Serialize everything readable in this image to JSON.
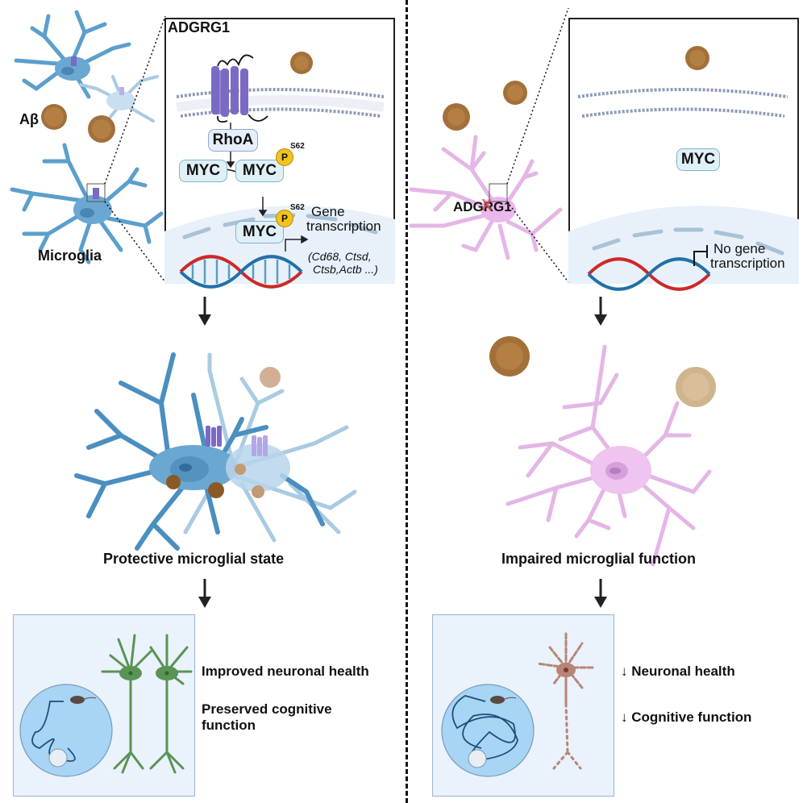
{
  "left_panel": {
    "labels": {
      "abeta": "Aβ",
      "microglia": "Microglia"
    },
    "inset": {
      "receptor_label": "ADGRG1",
      "rhoa": "RhoA",
      "myc_unphosphorylated": "MYC",
      "myc_phosphorylated": "MYC",
      "myc_nuclear": "MYC",
      "phospho_badge": "P",
      "phospho_site": "S62",
      "phospho_site_nuclear": "S62",
      "transcription_line1": "Gene",
      "transcription_line2": "transcription",
      "genes_line1": "(Cd68, Ctsd,",
      "genes_line2": "Ctsb,Actb ...)"
    },
    "state_label": "Protective microglial state",
    "outcomes": [
      {
        "text": "Improved neuronal health"
      },
      {
        "text_line1": "Preserved cognitive",
        "text_line2": "function"
      }
    ]
  },
  "right_panel": {
    "labels": {
      "knockout_gene": "ADGRG1",
      "knockout_mark": "X"
    },
    "inset": {
      "myc": "MYC",
      "transcription_line1": "No gene",
      "transcription_line2": "transcription"
    },
    "state_label": "Impaired microglial function",
    "outcomes": [
      {
        "arrow": "↓",
        "text": "Neuronal health"
      },
      {
        "arrow": "↓",
        "text": "Cognitive function"
      }
    ]
  },
  "colors": {
    "microglia_blue": "#5b9fcc",
    "microglia_pink": "#e4b6e6",
    "receptor_purple": "#7b69c4",
    "amyloid_brown": "#9a6a2e",
    "neuron_green": "#5a9356",
    "neuron_damaged": "#b58677",
    "dna_red": "#cc2a2a",
    "dna_blue": "#2270a8",
    "phospho_yellow": "#f2c31b"
  }
}
